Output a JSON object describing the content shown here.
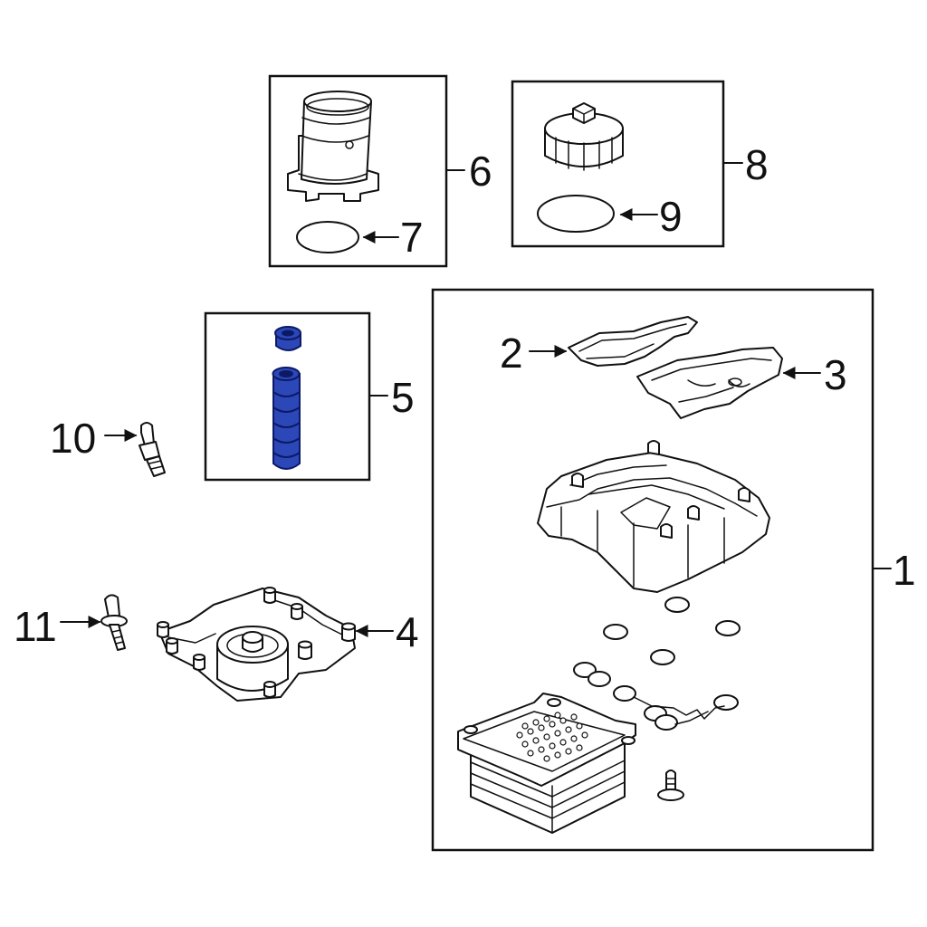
{
  "diagram": {
    "highlight_color": "#2c47b8",
    "callouts": {
      "c1": "1",
      "c2": "2",
      "c3": "3",
      "c4": "4",
      "c5": "5",
      "c6": "6",
      "c7": "7",
      "c8": "8",
      "c9": "9",
      "c10": "10",
      "c11": "11"
    }
  }
}
